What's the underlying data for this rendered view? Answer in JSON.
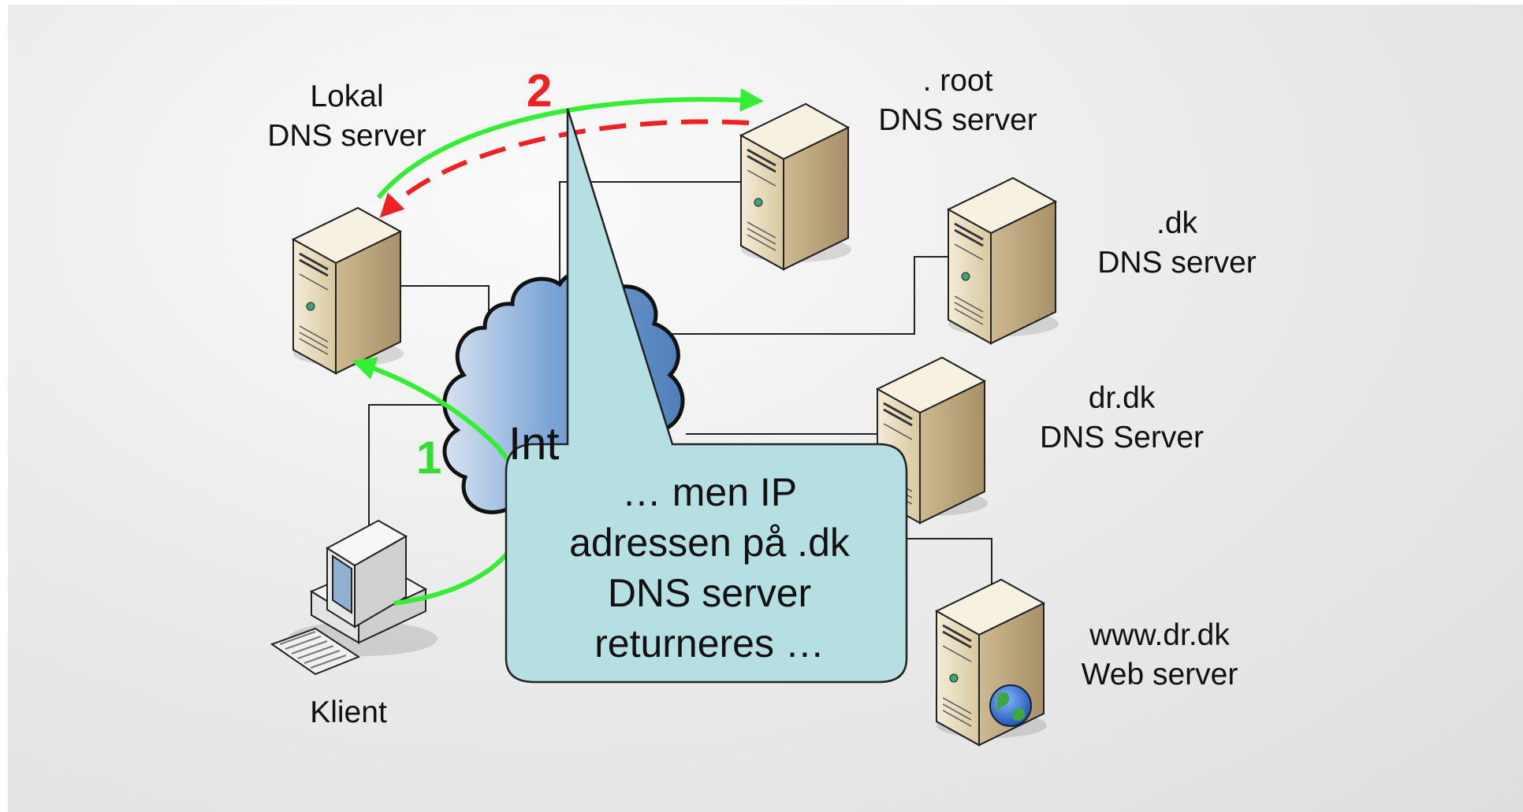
{
  "nodes": {
    "local_dns": {
      "line1": "Lokal",
      "line2": "DNS server"
    },
    "root_dns": {
      "line1": ". root",
      "line2": "DNS server"
    },
    "dk_dns": {
      "line1": ".dk",
      "line2": "DNS server"
    },
    "drdk_dns": {
      "line1": "dr.dk",
      "line2": "DNS Server"
    },
    "web_server": {
      "line1": "www.dr.dk",
      "line2": "Web server"
    },
    "client": {
      "label": "Klient"
    },
    "internet": {
      "label": "Int"
    }
  },
  "markers": {
    "step1": "1",
    "step2": "2"
  },
  "callout": {
    "line1": "… men IP",
    "line2": "adressen på .dk",
    "line3": "DNS server",
    "line4": "returneres …"
  },
  "colors": {
    "request_arrow": "#33ee33",
    "response_arrow": "#ee2222",
    "callout_fill": "#b6dfe3",
    "cloud_fill": "#8fb3da",
    "server_fill": "#e6d9bd"
  }
}
